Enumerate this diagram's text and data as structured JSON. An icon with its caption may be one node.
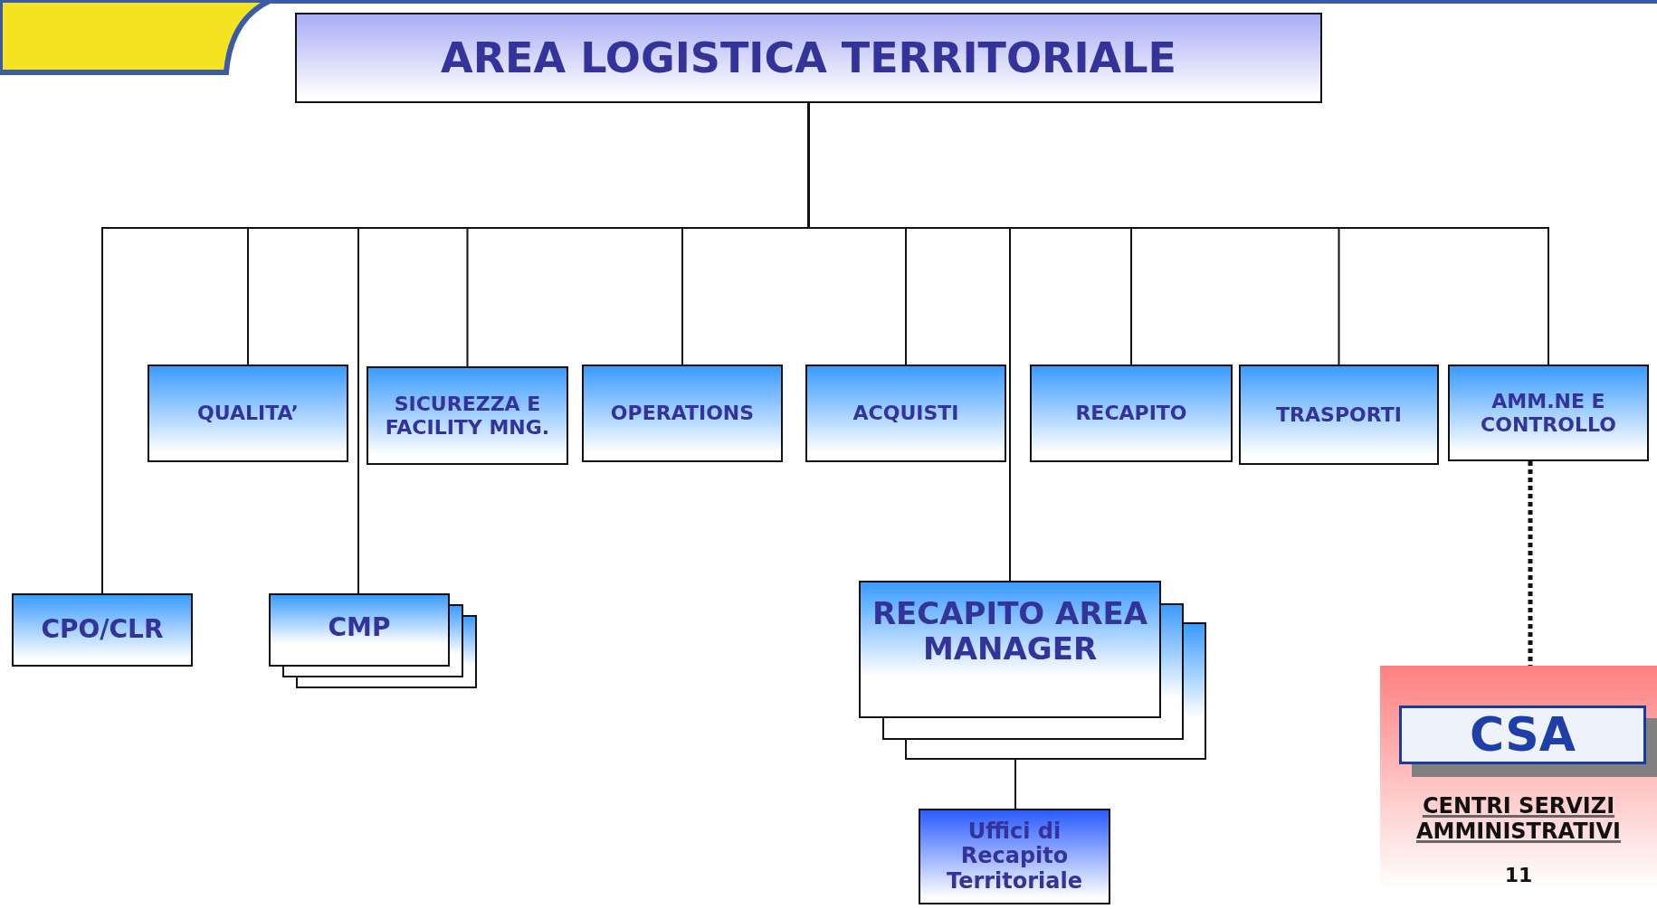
{
  "diagram": {
    "nodes": [
      {
        "text": [
          "AREA LOGISTICA TERRITORIALE"
        ]
      },
      {
        "text": [
          "QUALITA’"
        ]
      },
      {
        "text": [
          "SICUREZZA E FACILITY MNG."
        ]
      },
      {
        "text": [
          "OPERATIONS"
        ]
      },
      {
        "text": [
          "ACQUISTI"
        ]
      },
      {
        "text": [
          "RECAPITO"
        ]
      },
      {
        "text": [
          "TRASPORTI"
        ]
      },
      {
        "text": [
          "AMM.NE E CONTROLLO"
        ]
      },
      {
        "text": [
          "CPO/CLR"
        ]
      },
      {
        "text": [
          "CMP"
        ]
      },
      {
        "text": [
          "RECAPITO AREA MANAGER"
        ]
      },
      {
        "text": [
          "Uffici di Recapito Territoriale"
        ]
      },
      {
        "text": [
          "CENTRI SERVIZI AMMINISTRATIVI",
          "11"
        ]
      },
      {
        "text": [
          "CSA"
        ],
        "in": 12
      }
    ],
    "edges": [
      {
        "from": 0,
        "to": 8,
        "arrow": "none"
      },
      {
        "from": 0,
        "to": 1,
        "arrow": "none"
      },
      {
        "from": 0,
        "to": 9,
        "arrow": "none"
      },
      {
        "from": 0,
        "to": 2,
        "arrow": "none"
      },
      {
        "from": 0,
        "to": 3,
        "arrow": "none"
      },
      {
        "from": 0,
        "to": 4,
        "arrow": "none"
      },
      {
        "from": 0,
        "to": 10,
        "arrow": "none"
      },
      {
        "from": 0,
        "to": 5,
        "arrow": "none"
      },
      {
        "from": 0,
        "to": 6,
        "arrow": "none"
      },
      {
        "from": 0,
        "to": 7,
        "arrow": "none"
      },
      {
        "from": 10,
        "to": 11,
        "arrow": "none"
      },
      {
        "from": 7,
        "to": 13,
        "arrow": "none",
        "style": "dashed"
      }
    ]
  }
}
